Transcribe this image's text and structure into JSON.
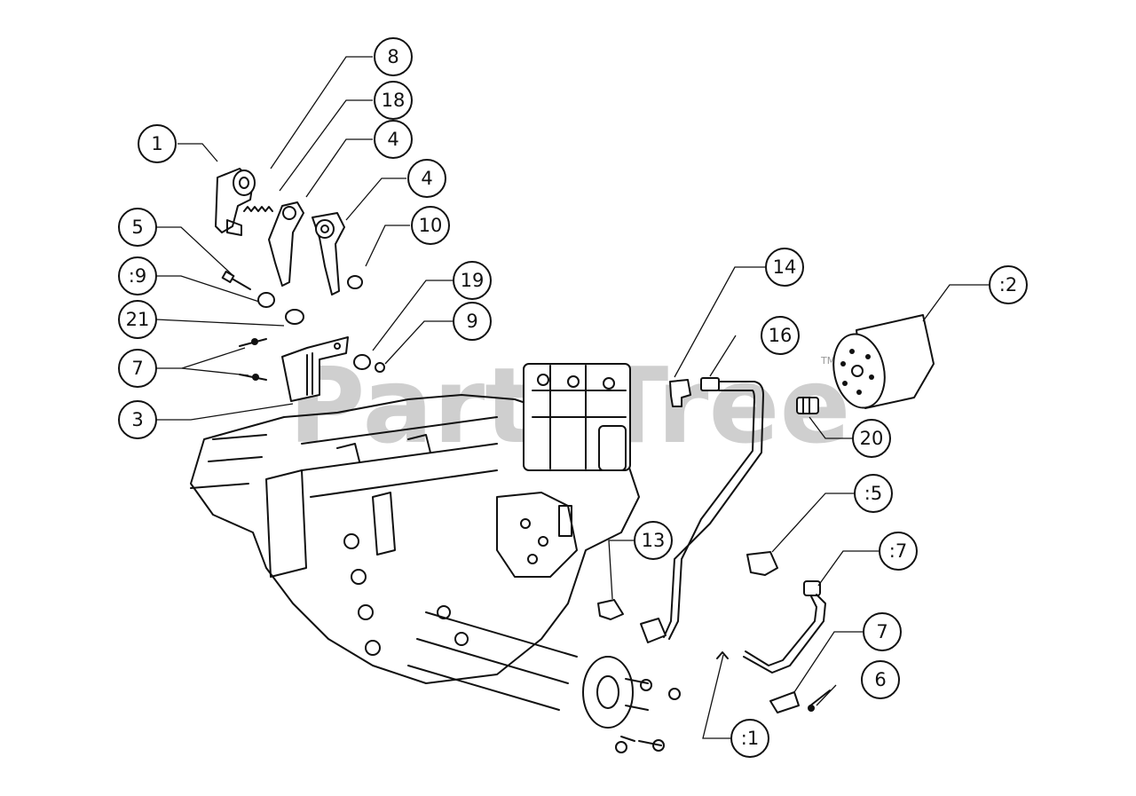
{
  "watermark": {
    "text": "PartsTree",
    "trademark": "TM"
  },
  "callouts": [
    {
      "id": "8",
      "label": "8"
    },
    {
      "id": "18",
      "label": "18"
    },
    {
      "id": "1",
      "label": "1"
    },
    {
      "id": "4a",
      "label": "4"
    },
    {
      "id": "4b",
      "label": "4"
    },
    {
      "id": "10",
      "label": "10"
    },
    {
      "id": "5",
      "label": "5"
    },
    {
      "id": "19a",
      "label": ":9"
    },
    {
      "id": "21",
      "label": "21"
    },
    {
      "id": "7a",
      "label": "7"
    },
    {
      "id": "3",
      "label": "3"
    },
    {
      "id": "19b",
      "label": "19"
    },
    {
      "id": "9",
      "label": "9"
    },
    {
      "id": "14",
      "label": "14"
    },
    {
      "id": "16",
      "label": "16"
    },
    {
      "id": "12",
      "label": ":2"
    },
    {
      "id": "20",
      "label": "20"
    },
    {
      "id": "15",
      "label": ":5"
    },
    {
      "id": "13",
      "label": "13"
    },
    {
      "id": "17",
      "label": ":7"
    },
    {
      "id": "7b",
      "label": "7"
    },
    {
      "id": "6",
      "label": "6"
    },
    {
      "id": "11",
      "label": ":1"
    }
  ]
}
